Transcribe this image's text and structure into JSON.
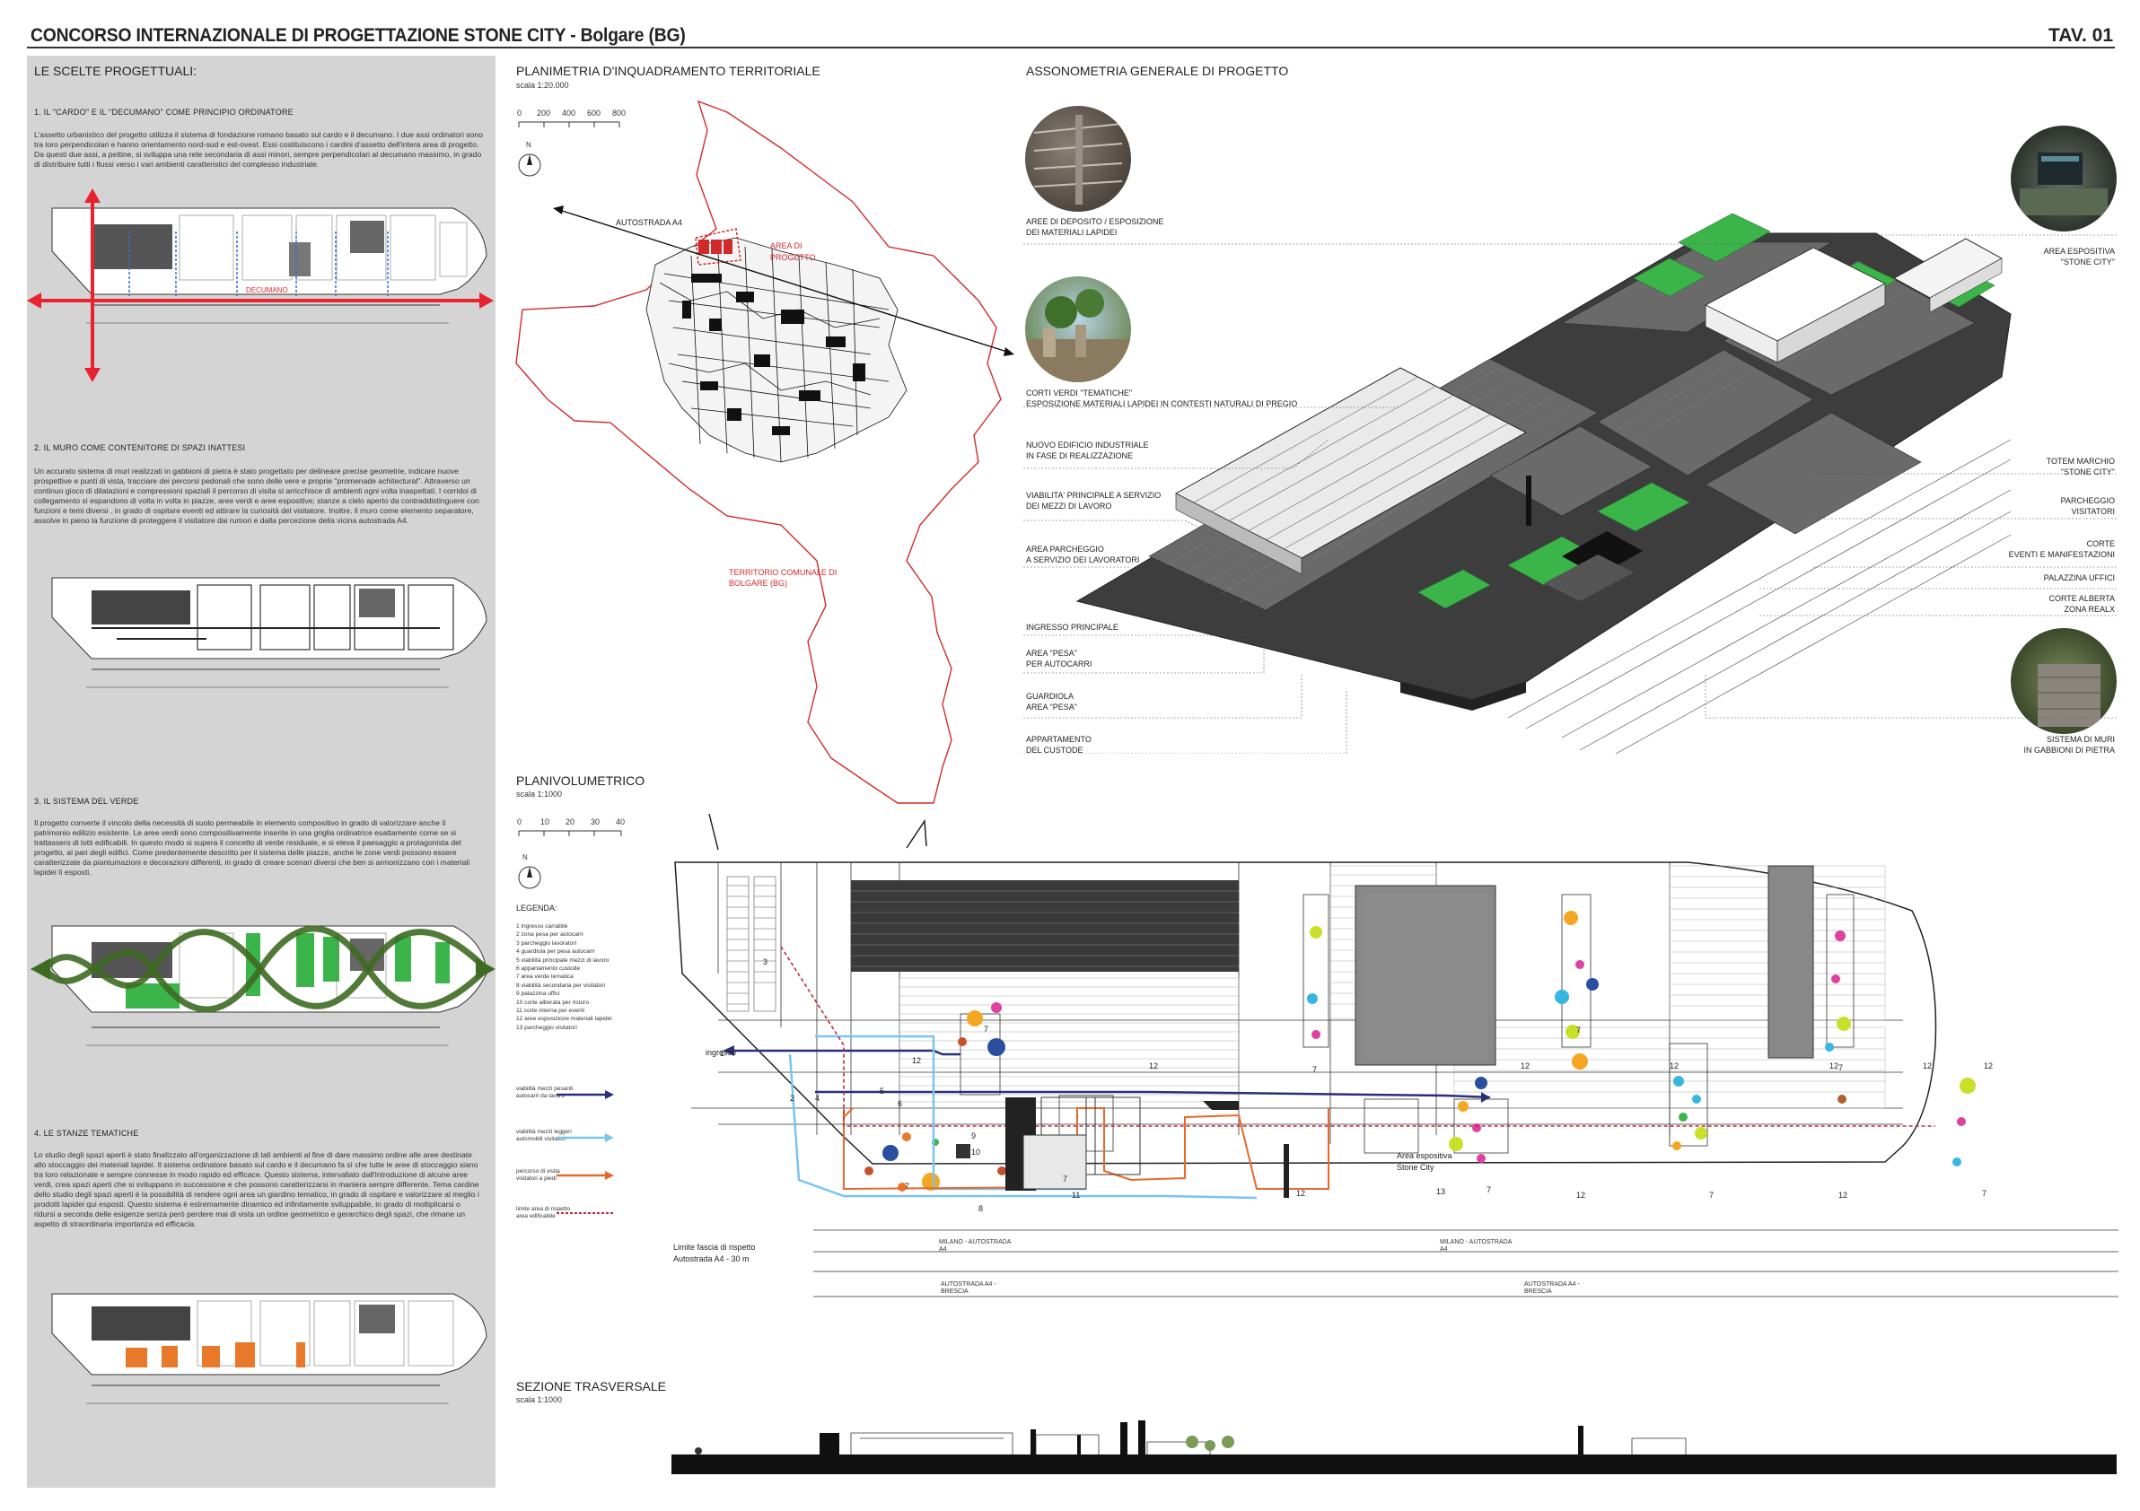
{
  "header": {
    "title": "CONCORSO INTERNAZIONALE DI PROGETTAZIONE STONE CITY - Bolgare (BG)",
    "sheet": "TAV. 01"
  },
  "left_panel": {
    "title": "LE SCELTE PROGETTUALI:",
    "sections": [
      {
        "title": "1. IL \"CARDO\" E IL \"DECUMANO\" COME PRINCIPIO ORDINATORE",
        "text": "L'assetto urbanistico del progetto utilizza il sistema di fondazione romano basato sul cardo e il decumano. I due assi ordinatori sono tra loro perpendicolari e hanno orientamento nord-sud e est-ovest. Essi costituiscono i cardini d'assetto dell'intera area di progetto. Da questi due assi, a pettine, si sviluppa una rete secondaria di assi minori, sempre perpendicolari al decumano massimo, in grado di distribuire tutti i flussi verso i vari ambienti caratteristici del complesso industriale."
      },
      {
        "title": "2. IL  MURO COME CONTENITORE DI SPAZI INATTESI",
        "text": "Un accurato sistema di muri realizzati in gabbioni di pietra è stato progettato per delineare precise geometrie, indicare nuove prospettive e punti di vista, tracciare dei percorsi pedonali che sono delle vere e proprie \"promenade achitectural\". Attraverso un continuo gioco di dilatazioni e compressioni spaziali il percorso di visita si arricchisce di ambienti ogni volta inaspettati. I corridoi di collegamento si espandono di volta in volta in piazze, aree verdi e aree espositive; stanze a cielo aperto da contraddistinguere con funzioni e temi diversi , in grado di ospitare eventi ed attirare la curiosità del visitatore. Inoltre, il muro come elemento separatore, assolve in pieno la funzione di proteggere il visitatore dai rumori e dalla percezione della vicina autostrada A4."
      },
      {
        "title": "3. IL  SISTEMA DEL VERDE",
        "text": "Il progetto converte il vincolo della necessità di suolo permeabile in elemento compositivo in grado di valorizzare anche il patrimonio edilizio esistente. Le aree verdi sono compositivamente inserite in una griglia ordinatrice esattamente come se si trattassero di lotti edificabili. In questo modo si supera il concetto di verde residuale, e si eleva il paesaggio a protagonista del progetto, al pari degli edifici. Come predentemente descritto per il sistema delle piazze, anche le zone verdi possono essere caratterizzate da piantumazioni e decorazioni differenti, in grado di creare scenari diversi che ben si armonizzano con i materiali lapidei lì esposti."
      },
      {
        "title": "4. LE STANZE TEMATICHE",
        "text": "Lo studio degli spazi aperti è stato finalizzato all'organizzazione di tali ambienti al fine di dare massimo ordine alle aree destinate allo stoccaggio dei materiali lapidei. Il sistema ordinatore basato sul cardo e il decumano fa sì che tutte le aree di stoccaggio siano tra loro relazionate e sempre connesse in modo rapido ed efficace. Questo sistema, intervallato dall'introduzione di alcune aree verdi, crea spazi aperti che si sviluppano in successione e che possono caratterizzarsi in maniera sempre differente. Tema cardine dello studio degli spazi aperti è la possibilità di rendere ogni area un giardino tematico, in grado di ospitare e valorizzare al meglio i prodotti lapidei qui esposti. Questo sistema è estremamente dinamico ed infinitamente sviluppabile, in grado di moltiplicarsi o ridursi a seconda delle esigenze senza però perdere mai di vista un ordine geometrico e gerarchico degli spazi, che rimane un aspetto di straordinaria importanza ed efficacia."
      }
    ],
    "diagram1_label": "DECUMANO"
  },
  "territorial": {
    "title": "PLANIMETRIA D'INQUADRAMENTO TERRITORIALE",
    "scale": "scala 1:20.000",
    "scale_ticks": [
      "0",
      "200",
      "400",
      "600",
      "800"
    ],
    "north": "N",
    "label_highway": "AUTOSTRADA A4",
    "label_area": "AREA DI\nPROGETTO",
    "label_comune": "TERRITORIO COMUNALE DI\nBOLGARE (BG)"
  },
  "axono": {
    "title": "ASSONOMETRIA GENERALE DI PROGETTO",
    "callouts_left": [
      "AREE DI DEPOSITO / ESPOSIZIONE\nDEI MATERIALI LAPIDEI",
      "CORTI VERDI \"TEMATICHE\"\nESPOSIZIONE MATERIALI LAPIDEI IN CONTESTI NATURALI DI PREGIO",
      "NUOVO EDIFICIO INDUSTRIALE\nIN FASE DI REALIZZAZIONE",
      "VIABILITA' PRINCIPALE A SERVIZIO\nDEI MEZZI DI LAVORO",
      "AREA PARCHEGGIO\nA SERVIZIO DEI LAVORATORI",
      "INGRESSO PRINCIPALE",
      "AREA \"PESA\"\nPER AUTOCARRI",
      "GUARDIOLA\nAREA \"PESA\"",
      "APPARTAMENTO\nDEL CUSTODE"
    ],
    "callouts_right": [
      "AREA ESPOSITIVA\n\"STONE CITY\"",
      "TOTEM MARCHIO\n\"STONE CITY\"",
      "PARCHEGGIO\nVISITATORI",
      "CORTE\nEVENTI E MANIFESTAZIONI",
      "PALAZZINA UFFICI",
      "CORTE ALBERTA\nZONA REALX",
      "SISTEMA DI MURI\nIN GABBIONI DI PIETRA"
    ]
  },
  "planivolumetrico": {
    "title": "PLANIVOLUMETRICO",
    "scale": "scala 1:1000",
    "scale_ticks": [
      "0",
      "10",
      "20",
      "30",
      "40"
    ],
    "north": "N",
    "legend_title": "LEGENDA:",
    "legend": [
      "1  ingresso carrabile",
      "2  zona pesa per autocarri",
      "3  parcheggio lavoratori",
      "4  guardiola per pesa autocarri",
      "5  viabilità principale mezzi di lavoro",
      "6  appartamento custode",
      "7  area verde tematica",
      "8  viabilità secondaria per visitatori",
      "9  palazzina uffici",
      "10 corte alberata per ristoro",
      "11 corte interna per eventi",
      "12 aree esposizione materiali lapidei",
      "13 parcheggio visitatori"
    ],
    "legend_keys": [
      {
        "label": "viabilità mezzi pesanti\nautocarri da lavoro",
        "color": "#2a2f7a"
      },
      {
        "label": "viabilità mezzi leggeri\nautomobili visitatori",
        "color": "#7ac4ee"
      },
      {
        "label": "percorso di visita\nvisitatori a piedi",
        "color": "#e8682a"
      },
      {
        "label": "limite area di rispetto\narea edificabile",
        "color": "#c0283c"
      }
    ],
    "label_ingresso": "ingresso",
    "label_area_espositiva": "Area espositiva\nStone City",
    "label_limite": "Limite fascia di rispetto\nAutostrada A4 - 30 m",
    "road_labels": [
      "MILANO - AUTOSTRADA\nA4",
      "MILANO - AUTOSTRADA\nA4",
      "AUTOSTRADA A4 -\nBRESCIA",
      "AUTOSTRADA A4 -\nBRESCIA"
    ],
    "numbers": [
      "1",
      "2",
      "3",
      "4",
      "5",
      "6",
      "7",
      "8",
      "9",
      "10",
      "11",
      "12",
      "13"
    ]
  },
  "sezione": {
    "title": "SEZIONE TRASVERSALE",
    "scale": "scala 1:1000"
  },
  "colors": {
    "panel_bg": "#d4d4d4",
    "red_axis": "#e8222e",
    "green": "#3bb54a",
    "dark_green": "#3e6b22",
    "orange": "#e8782a",
    "navy": "#2a2f7a",
    "light_blue": "#7ac4ee",
    "territory_red": "#d22a2a"
  }
}
